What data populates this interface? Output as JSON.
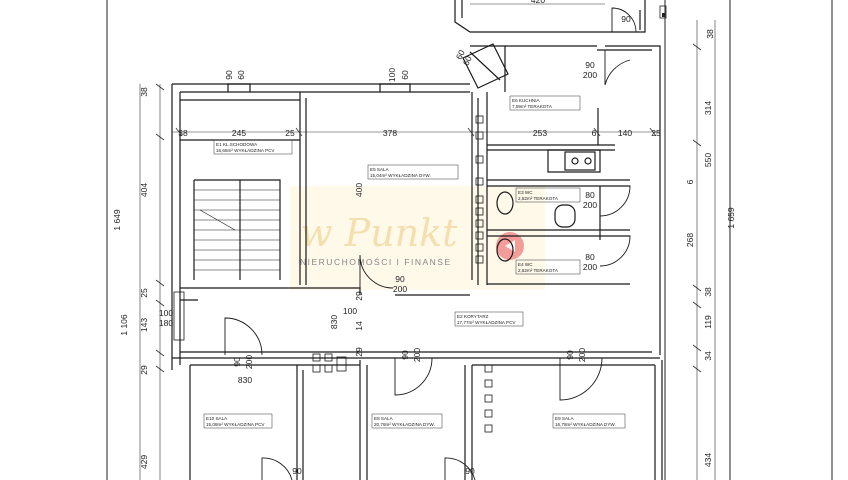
{
  "dimensions": {
    "top": "420",
    "top_door": "90",
    "top_right": "38",
    "chimney_left_a": "90",
    "chimney_left_b": "60",
    "chimney_mid_a": "100",
    "chimney_mid_b": "60",
    "diag_a": "60",
    "diag_b": "60",
    "left_38": "38",
    "row_38": "38",
    "row_245": "245",
    "row_25a": "25",
    "row_378": "378",
    "row_253": "253",
    "row_6": "6",
    "row_140": "140",
    "row_25b": "25",
    "kitchen_door_a": "90",
    "kitchen_door_b": "200",
    "left_404": "404",
    "left_1649": "1 649",
    "left_25": "25",
    "left_143": "143",
    "left_1106": "1 106",
    "left_29": "29",
    "left_429": "429",
    "salon_400": "400",
    "salon_door_a": "90",
    "salon_door_b": "200",
    "wc_door1_a": "80",
    "wc_door1_b": "200",
    "wc_door2_a": "80",
    "wc_door2_b": "200",
    "right_314": "314",
    "right_550": "550",
    "right_6": "6",
    "right_268": "268",
    "right_1659": "1 659",
    "right_38": "38",
    "right_119": "119",
    "right_34": "34",
    "right_434": "434",
    "mid_29a": "29",
    "mid_29b": "29",
    "corr_100": "100",
    "corr_180": "180",
    "corr_side_100": "100",
    "corr_side_14": "14",
    "room_left_door_a": "90",
    "room_left_door_b": "200",
    "room_mid_door_a": "90",
    "room_mid_door_b": "200",
    "room_right_door_a": "90",
    "room_right_door_b": "200",
    "bottom_90a": "90",
    "bottom_90b": "90",
    "tag_830a": "830",
    "tag_830b": "830"
  },
  "rooms": {
    "stairs": {
      "line1": "E1  KL.SCHODOWA",
      "line2": "16,68m²  WYKŁADZINA PCV"
    },
    "kitchen": {
      "line1": "E6  KUCHNIA",
      "line2": "7,59m²  TERAKOTA"
    },
    "salon_top": {
      "line1": "E5  SALA",
      "line2": "15,04m²  WYKŁADZINA DYW."
    },
    "wc1": {
      "line1": "E3  WC",
      "line2": "2,52m²  TERAKOTA"
    },
    "wc2": {
      "line1": "E4  WC",
      "line2": "2,52m²  TERAKOTA"
    },
    "corridor": {
      "line1": "E2  KORYTARZ",
      "line2": "17,77m²  WYKŁADZINA PCV"
    },
    "room_left": {
      "line1": "E10  SALA",
      "line2": "15,08m²  WYKŁADZINA PCV"
    },
    "room_mid": {
      "line1": "E8  SALA",
      "line2": "20,76m²  WYKŁADZINA DYW."
    },
    "room_right": {
      "line1": "E9  SALA",
      "line2": "16,78m²  WYKŁADZINA DYW."
    }
  },
  "watermark": {
    "script": "w Punkt",
    "tagline": "NIERUCHOMOŚCI I FINANSE"
  },
  "colors": {
    "line": "#1a1a1a",
    "watermark_gold": "#e6b84a",
    "watermark_red": "#e63030"
  }
}
